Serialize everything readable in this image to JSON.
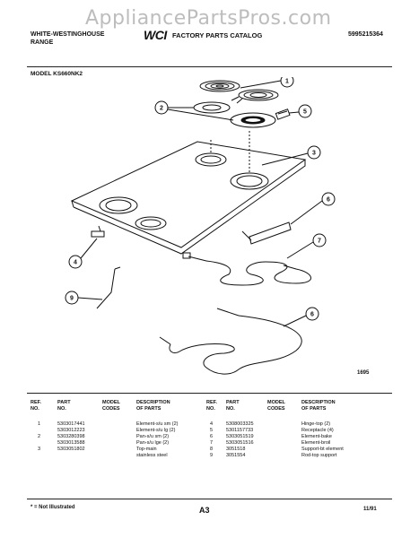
{
  "watermark": "AppliancePartsPros.com",
  "header": {
    "brand_line1": "WHITE-WESTINGHOUSE",
    "brand_line2": "RANGE",
    "logo": "WCI",
    "catalog_title": "FACTORY PARTS CATALOG",
    "catalog_number": "5995215364"
  },
  "model": "MODEL KS660NK2",
  "diagram": {
    "callouts": [
      "1",
      "2",
      "3",
      "4",
      "5",
      "6",
      "7",
      "8",
      "9"
    ],
    "drawing_id": "1695"
  },
  "parts_table": {
    "headers": {
      "ref_no": [
        "REF.",
        "NO."
      ],
      "part_no": [
        "PART",
        "NO."
      ],
      "model_codes": [
        "MODEL",
        "CODES"
      ],
      "description": [
        "DESCRIPTION",
        "OF PARTS"
      ]
    },
    "left_rows": [
      {
        "ref": "1",
        "part": "5303017441",
        "desc": "Element-s/u sm (2)"
      },
      {
        "ref": "",
        "part": "5303012223",
        "desc": "Element-s/u lg (2)"
      },
      {
        "ref": "2",
        "part": "5303280398",
        "desc": "Pan-s/u sm (2)"
      },
      {
        "ref": "",
        "part": "5303013588",
        "desc": "Pan-s/u lge (2)"
      },
      {
        "ref": "3",
        "part": "5303051802",
        "desc": "Top-main"
      },
      {
        "ref": "",
        "part": "",
        "desc": "stainless steel"
      }
    ],
    "right_rows": [
      {
        "ref": "4",
        "part": "5308003325",
        "desc": "Hinge-top (2)"
      },
      {
        "ref": "5",
        "part": "5301157733",
        "desc": "Receptacle (4)"
      },
      {
        "ref": "6",
        "part": "5303051519",
        "desc": "Element-bake"
      },
      {
        "ref": "7",
        "part": "5303051516",
        "desc": "Element-broil"
      },
      {
        "ref": "8",
        "part": "3051518",
        "desc": "Support-bt element"
      },
      {
        "ref": "9",
        "part": "3051554",
        "desc": "Rod-top support"
      }
    ]
  },
  "footer": {
    "note": "* = Not Illustrated",
    "page": "A3",
    "date": "11/91"
  }
}
